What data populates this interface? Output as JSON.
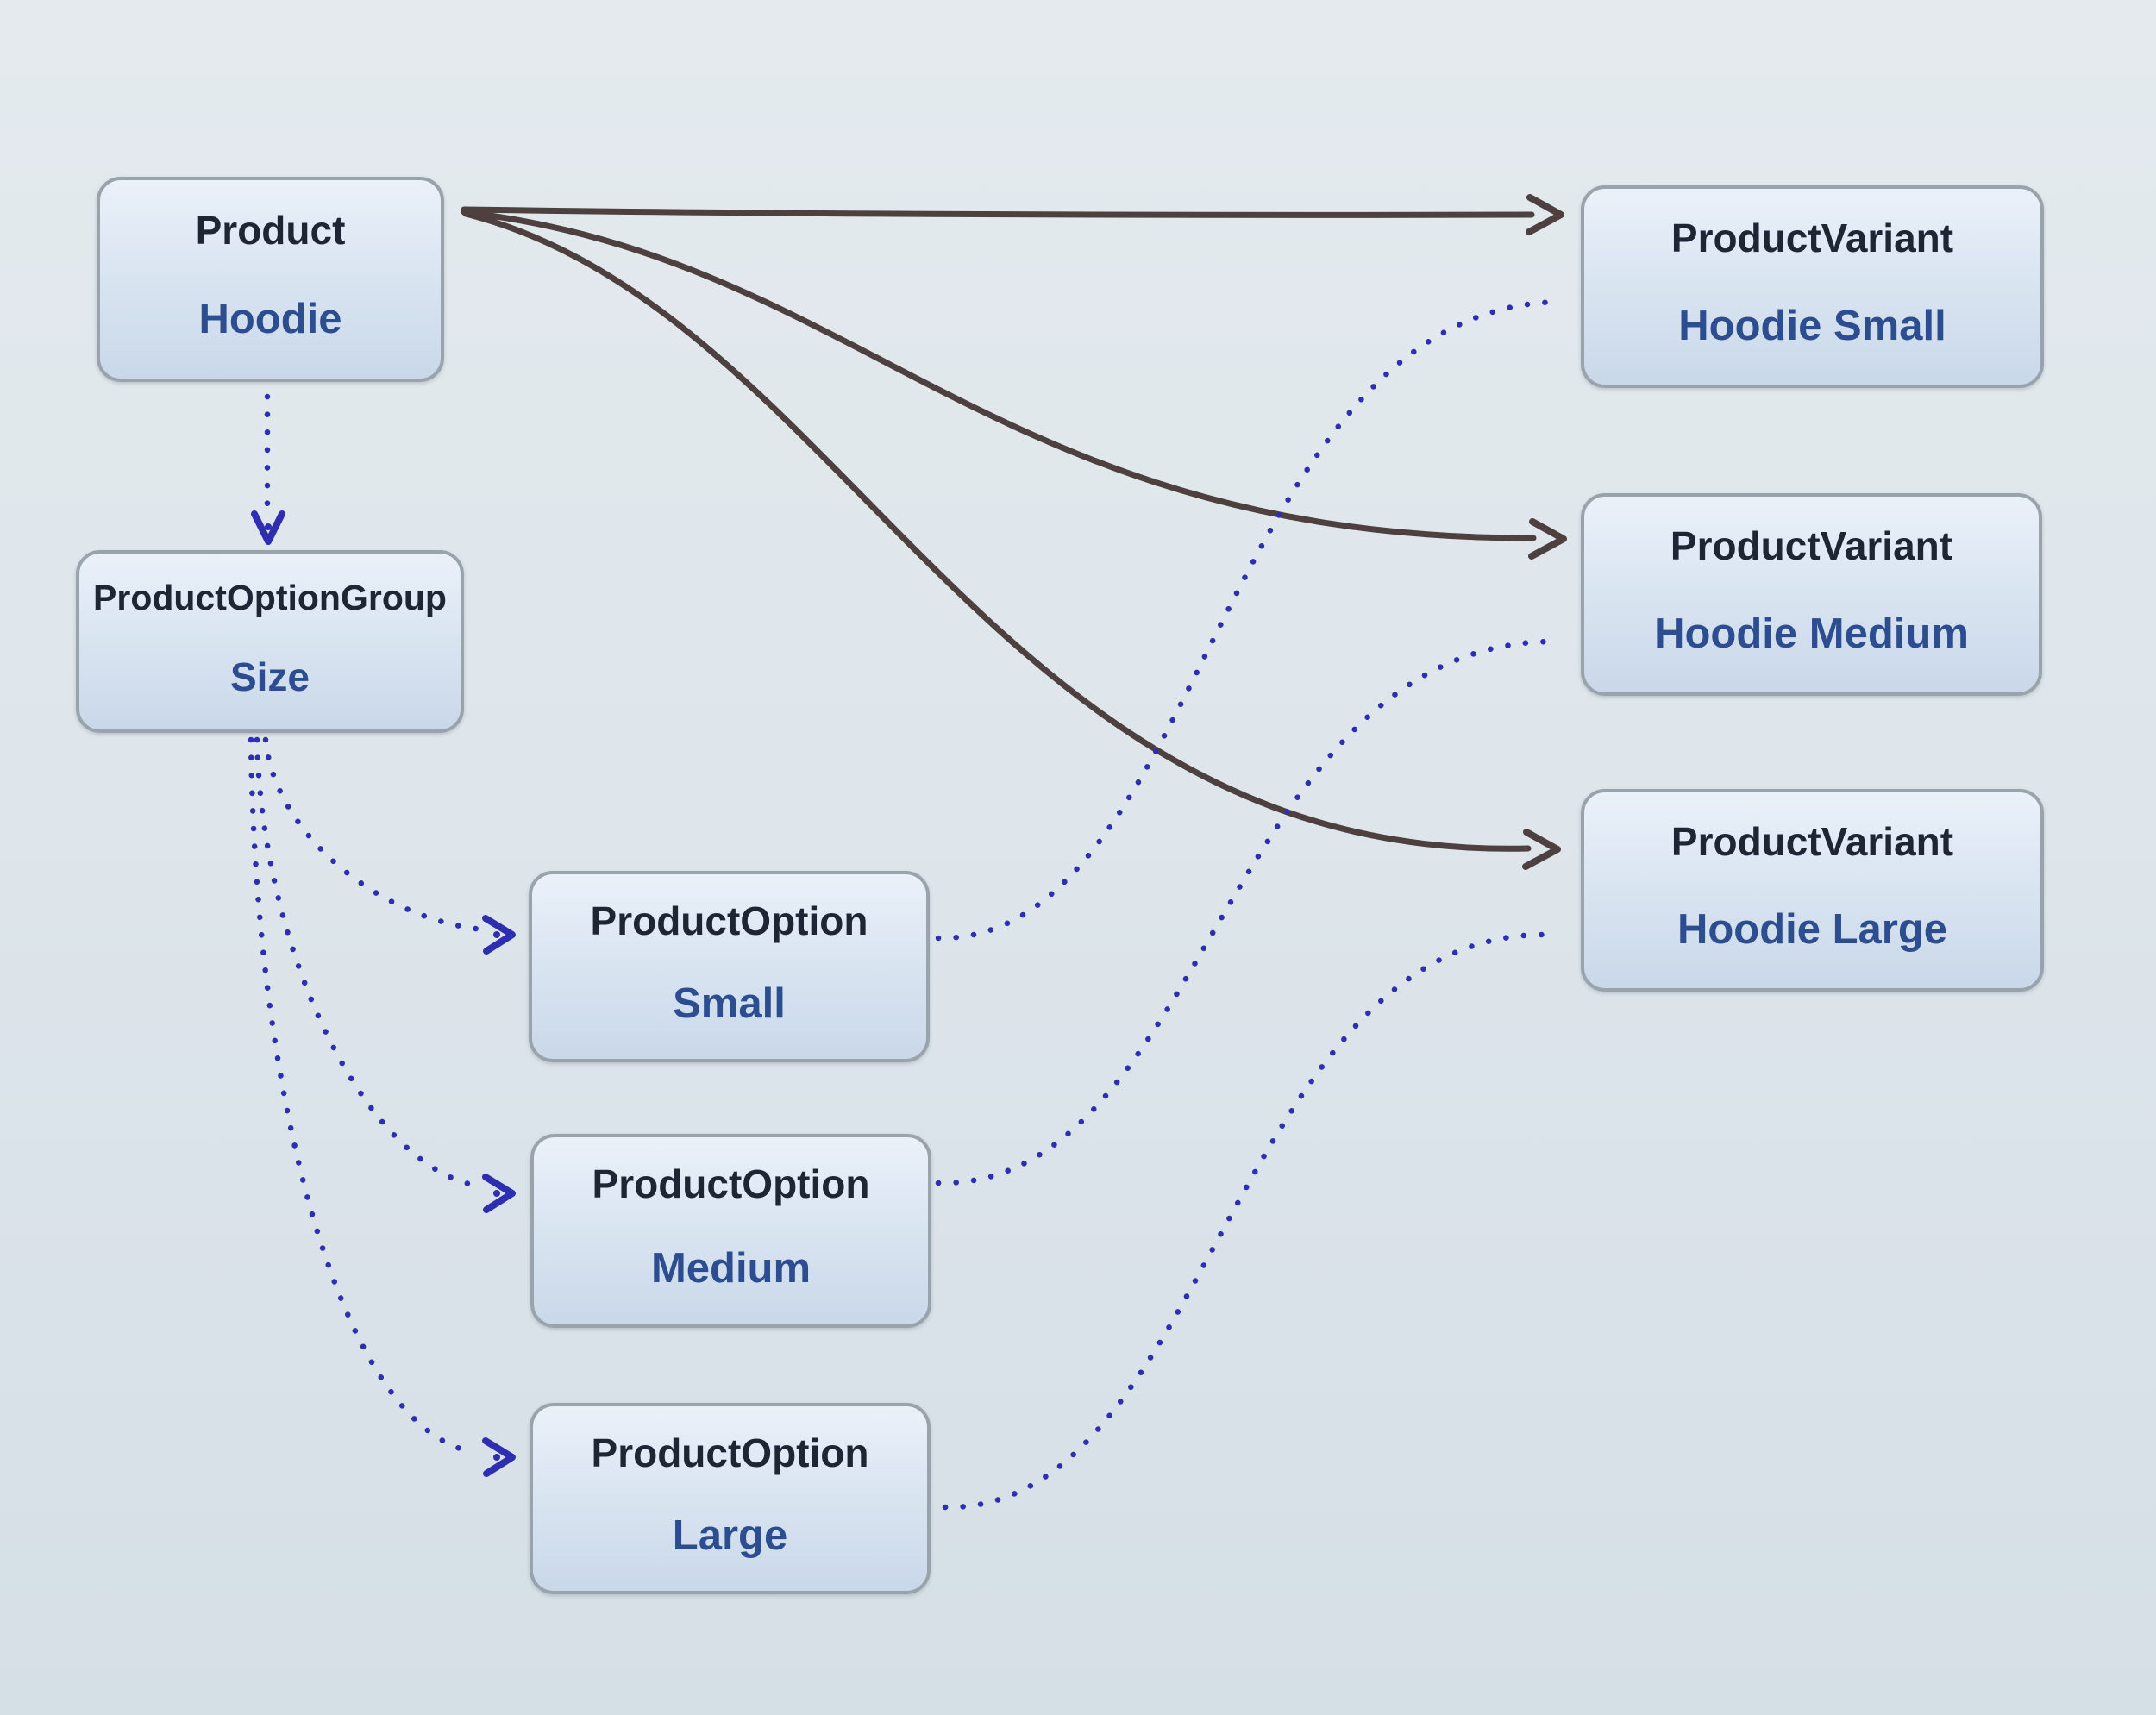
{
  "diagram": {
    "nodes": {
      "product": {
        "type": "Product",
        "name": "Hoodie"
      },
      "option_group": {
        "type": "ProductOptionGroup",
        "name": "Size"
      },
      "option_small": {
        "type": "ProductOption",
        "name": "Small"
      },
      "option_medium": {
        "type": "ProductOption",
        "name": "Medium"
      },
      "option_large": {
        "type": "ProductOption",
        "name": "Large"
      },
      "variant_small": {
        "type": "ProductVariant",
        "name": "Hoodie Small"
      },
      "variant_medium": {
        "type": "ProductVariant",
        "name": "Hoodie Medium"
      },
      "variant_large": {
        "type": "ProductVariant",
        "name": "Hoodie Large"
      }
    },
    "edges": [
      {
        "from": "product",
        "to": "variant_small",
        "style": "solid-arrow"
      },
      {
        "from": "product",
        "to": "variant_medium",
        "style": "solid-arrow"
      },
      {
        "from": "product",
        "to": "variant_large",
        "style": "solid-arrow"
      },
      {
        "from": "product",
        "to": "option_group",
        "style": "dotted-arrow"
      },
      {
        "from": "option_group",
        "to": "option_small",
        "style": "dotted-arrow"
      },
      {
        "from": "option_group",
        "to": "option_medium",
        "style": "dotted-arrow"
      },
      {
        "from": "option_group",
        "to": "option_large",
        "style": "dotted-arrow"
      },
      {
        "from": "option_small",
        "to": "variant_small",
        "style": "dotted-line"
      },
      {
        "from": "option_medium",
        "to": "variant_medium",
        "style": "dotted-line"
      },
      {
        "from": "option_large",
        "to": "variant_large",
        "style": "dotted-line"
      }
    ],
    "colors": {
      "background": "#dde5eb",
      "node_fill_top": "#eaf1f9",
      "node_fill_bottom": "#c9d8e9",
      "node_border": "#99a3ab",
      "type_text": "#1e2533",
      "name_text": "#2c4e91",
      "solid_edge": "#4d403f",
      "dotted_edge": "#2e2eb0"
    }
  }
}
